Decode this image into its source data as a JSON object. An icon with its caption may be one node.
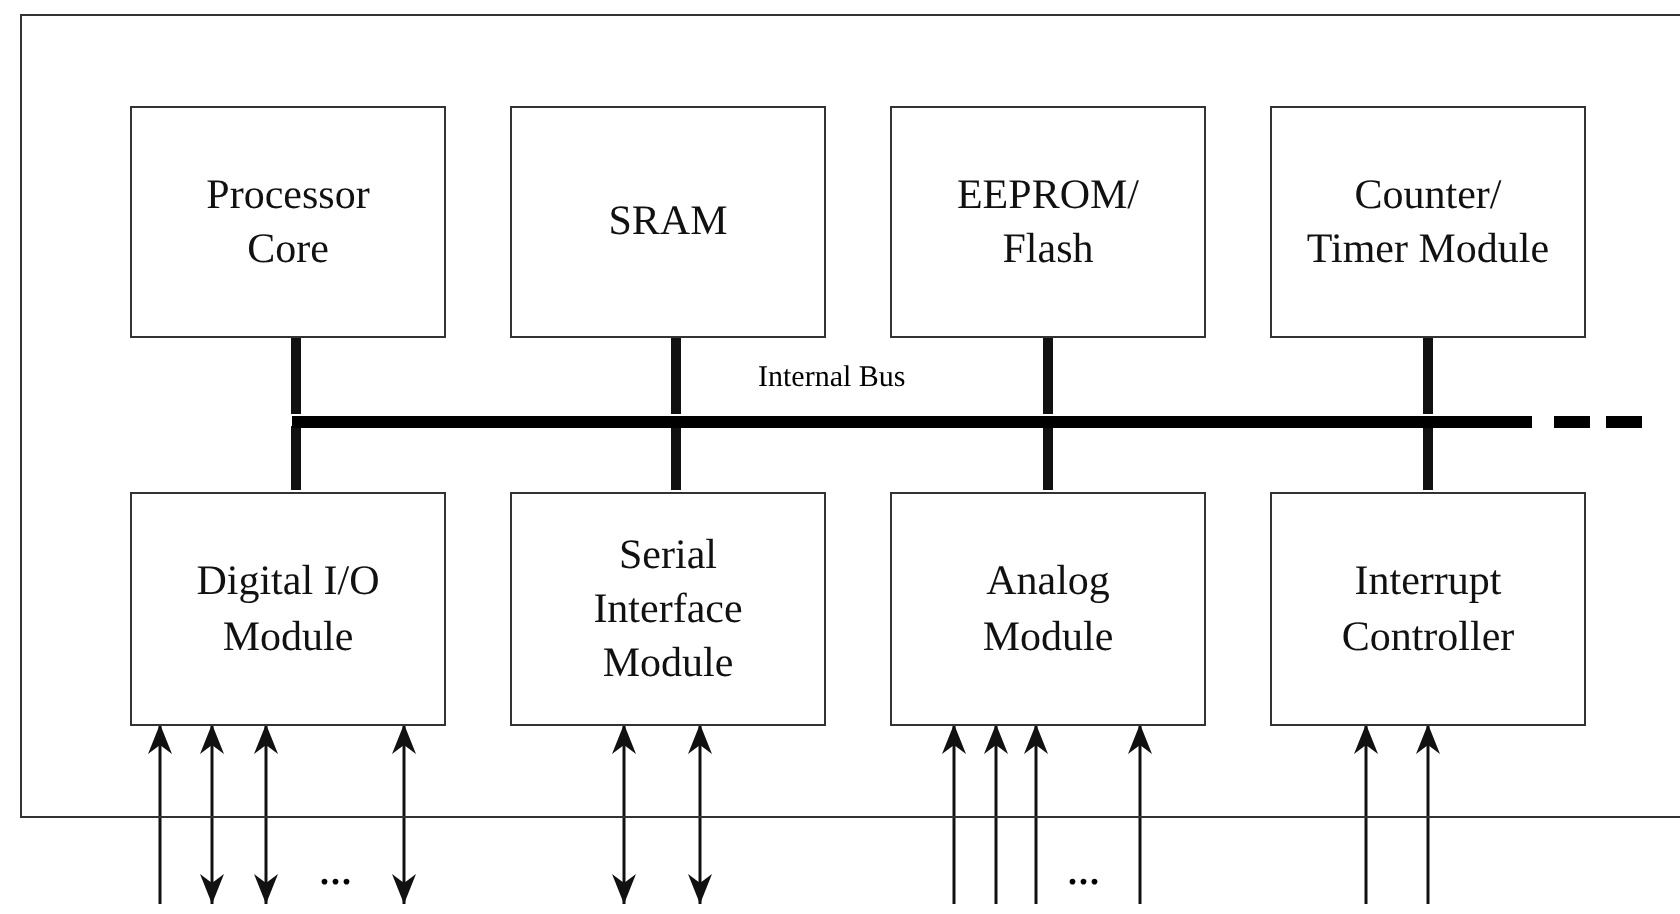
{
  "diagram": {
    "nodes": [
      {
        "text": [],
        "shape": "box"
      },
      {
        "text": [
          "Processor Core"
        ],
        "in": 0
      },
      {
        "text": [
          "SRAM"
        ],
        "in": 0
      },
      {
        "text": [
          "EEPROM/ Flash"
        ],
        "in": 0
      },
      {
        "text": [
          "Counter/ Timer Module"
        ],
        "in": 0
      },
      {
        "text": [
          "Internal Bus"
        ],
        "in": 0
      },
      {
        "text": [
          "Digital I/O Module"
        ],
        "in": 0
      },
      {
        "text": [
          "Serial Interface Module"
        ],
        "in": 0
      },
      {
        "text": [
          "Analog Module"
        ],
        "in": 0
      },
      {
        "text": [
          "Interrupt Controller"
        ],
        "in": 0
      }
    ],
    "edges": [
      {
        "from": 1,
        "to": 5,
        "arrow": "none",
        "style": "thick"
      },
      {
        "from": 2,
        "to": 5,
        "arrow": "none",
        "style": "thick"
      },
      {
        "from": 3,
        "to": 5,
        "arrow": "none",
        "style": "thick"
      },
      {
        "from": 4,
        "to": 5,
        "arrow": "none",
        "style": "thick"
      },
      {
        "from": 6,
        "to": 5,
        "arrow": "none",
        "style": "thick"
      },
      {
        "from": 7,
        "to": 5,
        "arrow": "none",
        "style": "thick"
      },
      {
        "from": 8,
        "to": 5,
        "arrow": "none",
        "style": "thick"
      },
      {
        "from": 9,
        "to": 5,
        "arrow": "none",
        "style": "thick"
      },
      {
        "from": null,
        "to": 6,
        "arrow": "to"
      },
      {
        "from": null,
        "to": 6,
        "arrow": "both"
      },
      {
        "from": null,
        "to": 6,
        "arrow": "both"
      },
      {
        "from": null,
        "to": 6,
        "arrow": "both"
      },
      {
        "from": null,
        "to": 7,
        "arrow": "both"
      },
      {
        "from": null,
        "to": 7,
        "arrow": "both"
      },
      {
        "from": null,
        "to": 8,
        "arrow": "to"
      },
      {
        "from": null,
        "to": 8,
        "arrow": "to"
      },
      {
        "from": null,
        "to": 8,
        "arrow": "to"
      },
      {
        "from": null,
        "to": 8,
        "arrow": "to"
      },
      {
        "from": null,
        "to": 9,
        "arrow": "to"
      },
      {
        "from": null,
        "to": 9,
        "arrow": "to"
      }
    ],
    "labels": [
      "...",
      "..."
    ]
  }
}
